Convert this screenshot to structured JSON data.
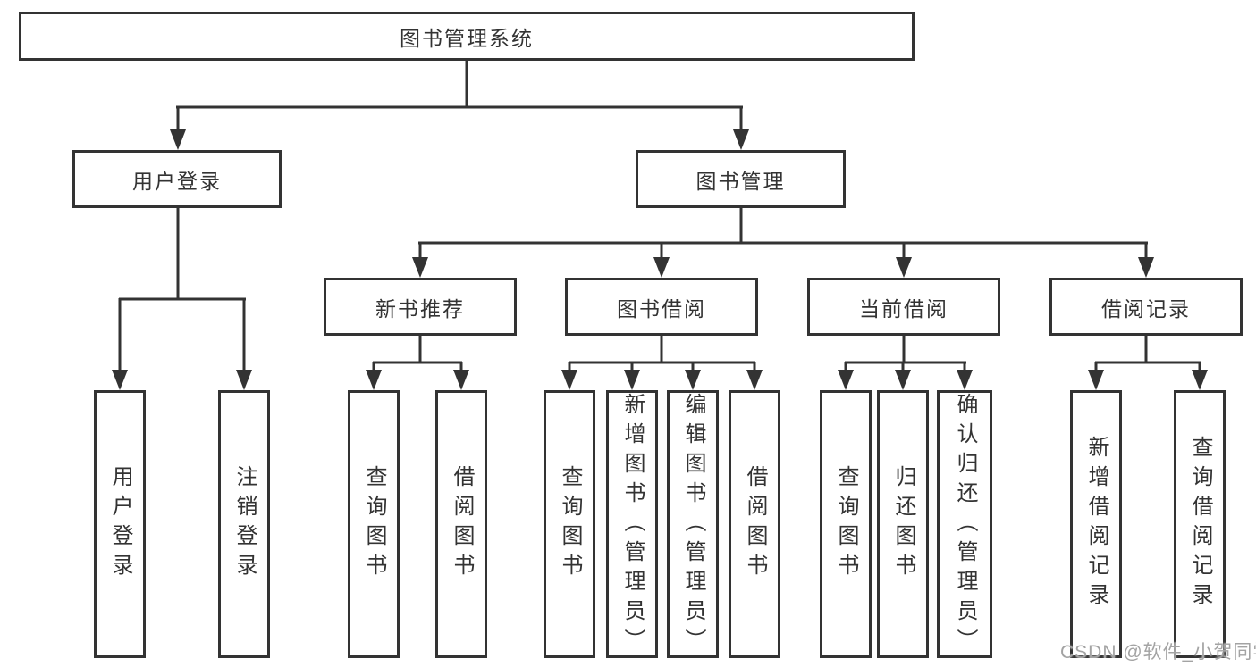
{
  "root": {
    "label": "图书管理系统"
  },
  "level2": [
    {
      "id": "user-login",
      "label": "用户登录"
    },
    {
      "id": "book-management",
      "label": "图书管理"
    }
  ],
  "level3": [
    {
      "id": "new-book-recommend",
      "label": "新书推荐"
    },
    {
      "id": "book-borrow",
      "label": "图书借阅"
    },
    {
      "id": "current-borrow",
      "label": "当前借阅"
    },
    {
      "id": "borrow-records",
      "label": "借阅记录"
    }
  ],
  "leaves": [
    {
      "parent": "user-login",
      "label": "用户登录"
    },
    {
      "parent": "user-login",
      "label": "注销登录"
    },
    {
      "parent": "new-book-recommend",
      "label": "查询图书"
    },
    {
      "parent": "new-book-recommend",
      "label": "借阅图书"
    },
    {
      "parent": "book-borrow",
      "label": "查询图书"
    },
    {
      "parent": "book-borrow",
      "label": "新增图书（管理员）"
    },
    {
      "parent": "book-borrow",
      "label": "编辑图书（管理员）"
    },
    {
      "parent": "book-borrow",
      "label": "借阅图书"
    },
    {
      "parent": "current-borrow",
      "label": "查询图书"
    },
    {
      "parent": "current-borrow",
      "label": "归还图书"
    },
    {
      "parent": "current-borrow",
      "label": "确认归还（管理员）"
    },
    {
      "parent": "borrow-records",
      "label": "新增借阅记录"
    },
    {
      "parent": "borrow-records",
      "label": "查询借阅记录"
    }
  ],
  "watermark": "CSDN @软件_小贺同学",
  "colors": {
    "line": "#333333",
    "text": "#333333",
    "watermark": "#a3a3a3",
    "background": "#ffffff"
  }
}
